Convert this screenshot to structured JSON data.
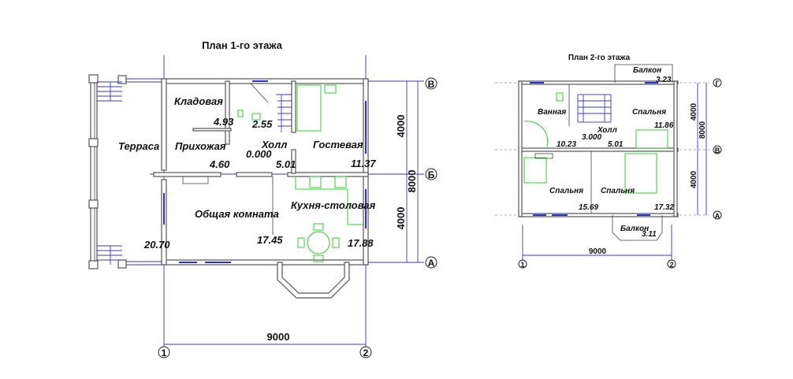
{
  "floor1": {
    "title": "План 1-го этажа",
    "rooms": {
      "storage": "Кладовая",
      "terrace": "Терраса",
      "hallway": "Прихожая",
      "hall": "Холл",
      "guest": "Гостевая",
      "living": "Общая комната",
      "kitchen": "Кухня-столовая"
    },
    "areas": {
      "storage": "4.93",
      "stair": "2.55",
      "level": "0.000",
      "hallway": "4.60",
      "hall": "5.01",
      "guest": "11.37",
      "living": "17.45",
      "kitchen": "17.88",
      "terrace": "20.70"
    },
    "dimensions": {
      "width": "9000",
      "depth_top": "4000",
      "depth_bottom": "4000",
      "depth_total": "8000"
    },
    "axes": {
      "x1": "1",
      "x2": "2",
      "yA": "А",
      "yB": "Б",
      "yV": "В"
    }
  },
  "floor2": {
    "title": "План 2-го этажа",
    "rooms": {
      "balcony_top": "Балкон",
      "bath": "Ванная",
      "bedroom_ne": "Спальня",
      "hall": "Холл",
      "bedroom_sw": "Спальня",
      "bedroom_se": "Спальня",
      "balcony_bottom": "Балкон"
    },
    "areas": {
      "balcony_top": "3.23",
      "bedroom_ne": "11.86",
      "level": "3.000",
      "bath": "10.23",
      "hall": "5.01",
      "bedroom_sw": "15.69",
      "bedroom_se": "17.32",
      "balcony_bottom": "3.11"
    },
    "dimensions": {
      "width": "9000",
      "depth_top": "4000",
      "depth_bottom": "4000",
      "depth_total": "8000"
    },
    "axes": {
      "x1": "1",
      "x2": "2",
      "yA": "А",
      "yV": "В",
      "yG": "Г"
    }
  }
}
